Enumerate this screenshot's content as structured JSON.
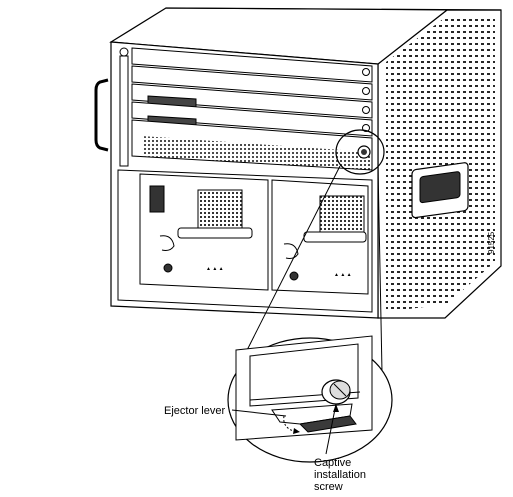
{
  "labels": {
    "ejector_lever": "Ejector lever",
    "captive_screw_line1": "Captive",
    "captive_screw_line2": "installation",
    "captive_screw_line3": "screw"
  },
  "figure_id": "91525",
  "colors": {
    "stroke": "#000000",
    "background": "#ffffff",
    "fill_light": "#ffffff",
    "fill_dark": "#3a3a3a",
    "fill_grey": "#bfbfbf"
  }
}
